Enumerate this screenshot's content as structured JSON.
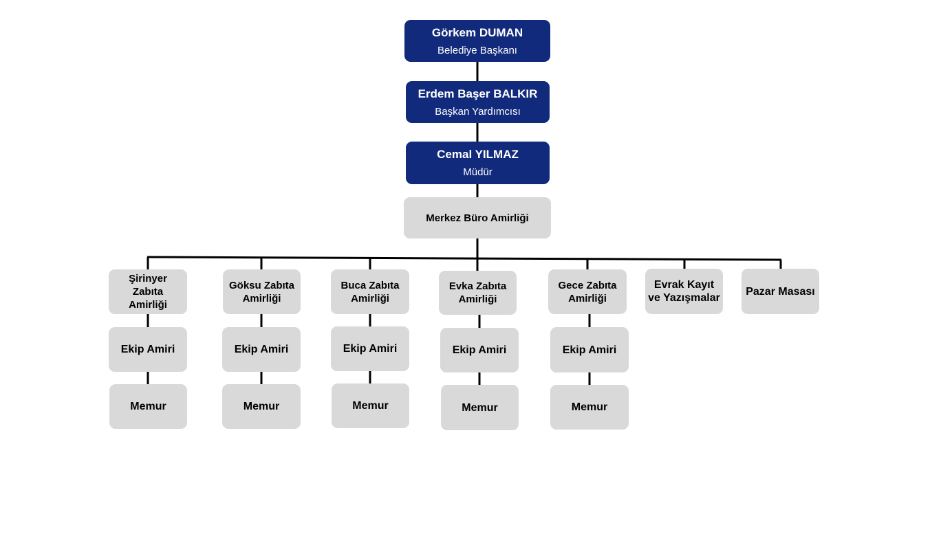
{
  "org": {
    "mayor": {
      "name": "Görkem DUMAN",
      "title": "Belediye Başkanı"
    },
    "deputy": {
      "name": "Erdem Başer BALKIR",
      "title": "Başkan Yardımcısı"
    },
    "director": {
      "name": "Cemal YILMAZ",
      "title": "Müdür"
    },
    "central_office": {
      "name": "Merkez Büro Amirliği"
    },
    "units": [
      {
        "name": "Şirinyer Zabıta Amirliği",
        "team_lead": "Ekip Amiri",
        "staff": "Memur"
      },
      {
        "name": "Göksu Zabıta Amirliği",
        "team_lead": "Ekip Amiri",
        "staff": "Memur"
      },
      {
        "name": "Buca Zabıta Amirliği",
        "team_lead": "Ekip Amiri",
        "staff": "Memur"
      },
      {
        "name": "Evka Zabıta Amirliği",
        "team_lead": "Ekip Amiri",
        "staff": "Memur"
      },
      {
        "name": "Gece Zabıta Amirliği",
        "team_lead": "Ekip Amiri",
        "staff": "Memur"
      },
      {
        "name": "Evrak Kayıt ve Yazışmalar"
      },
      {
        "name": "Pazar Masası"
      }
    ]
  },
  "colors": {
    "executive_box": "#122a7c",
    "unit_box": "#d9d9d9",
    "connector": "#000000"
  }
}
